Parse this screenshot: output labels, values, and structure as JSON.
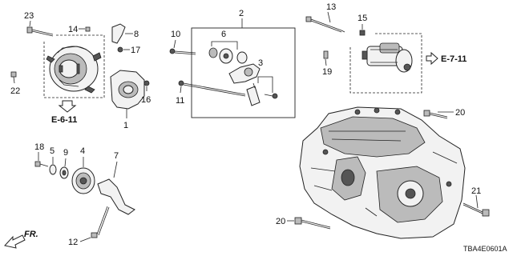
{
  "callouts": {
    "c1": "1",
    "c2": "2",
    "c3": "3",
    "c4": "4",
    "c5": "5",
    "c6": "6",
    "c7": "7",
    "c8": "8",
    "c9": "9",
    "c10": "10",
    "c11": "11",
    "c12": "12",
    "c13": "13",
    "c14": "14",
    "c15": "15",
    "c16": "16",
    "c17": "17",
    "c18": "18",
    "c19": "19",
    "c20a": "20",
    "c20b": "20",
    "c21": "21",
    "c22": "22",
    "c23": "23"
  },
  "references": {
    "alternator_ref": "E-6-11",
    "starter_ref": "E-7-11"
  },
  "direction": {
    "front_label": "FR."
  },
  "diagram_code": "TBA4E0601A"
}
